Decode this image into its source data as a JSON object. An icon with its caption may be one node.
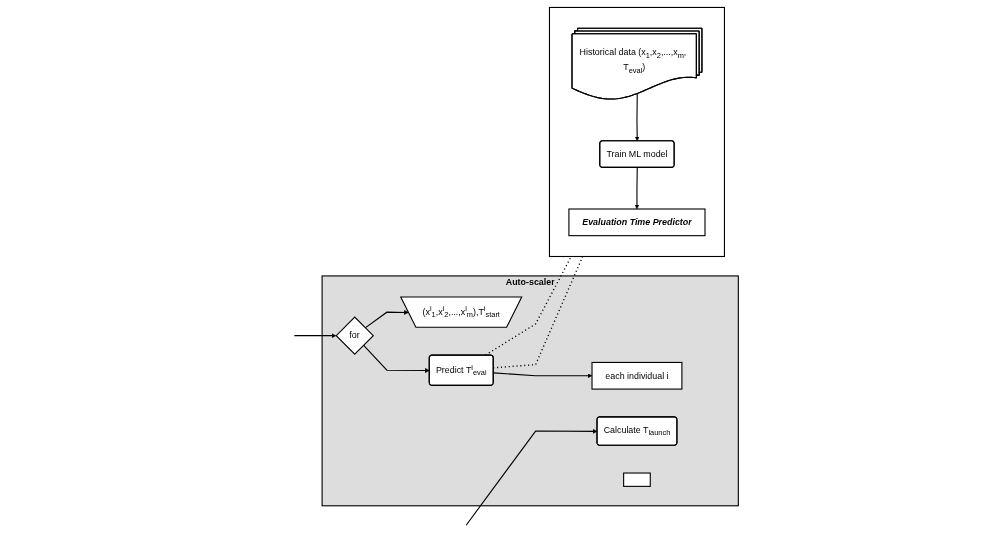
{
  "diagram": {
    "nodes": [
      {
        "text": [
          "Auto-scaler"
        ]
      },
      {
        "text": [
          "for"
        ],
        "in": 0
      },
      {
        "text": [
          "each individual i"
        ],
        "in": 0
      },
      {
        "text": [
          "(x$^{i}$$_{1}$,x$^{i}$$_{2}$,...,x$^{i}$$_{m}$),T$^{i}$$_{start}$"
        ],
        "in": 0
      },
      {
        "text": [
          "Predict T$^{i}$$_{eval}$"
        ],
        "in": 0
      },
      {
        "text": [
          "Calculate T$_{launch}$"
        ],
        "in": 0
      },
      {
        "text": [],
        "shape": "box",
        "in": 0
      },
      {
        "text": [],
        "shape": "box"
      },
      {
        "text": [
          "Historical data (x$_{1}$,x$_{2}$,...,x$_{m}$, T$_{eval}$)"
        ],
        "in": 7
      },
      {
        "text": [
          "Train ML model"
        ],
        "in": 7
      },
      {
        "text": [
          "Evaluation Time Predictor"
        ],
        "in": 7
      }
    ],
    "edges": [
      {
        "from": null,
        "to": 1,
        "arrow": "to"
      },
      {
        "from": null,
        "to": 5,
        "arrow": "to"
      },
      {
        "from": 1,
        "to": 3,
        "arrow": "to"
      },
      {
        "from": 1,
        "to": 4,
        "arrow": "to"
      },
      {
        "from": 4,
        "to": 2,
        "arrow": "to"
      },
      {
        "from": 4,
        "to": 7,
        "arrow": "none",
        "style": "dashed"
      },
      {
        "from": 4,
        "to": 7,
        "arrow": "none",
        "style": "dashed"
      },
      {
        "from": 8,
        "to": 9,
        "arrow": "to"
      },
      {
        "from": 9,
        "to": 10,
        "arrow": "to"
      }
    ]
  }
}
